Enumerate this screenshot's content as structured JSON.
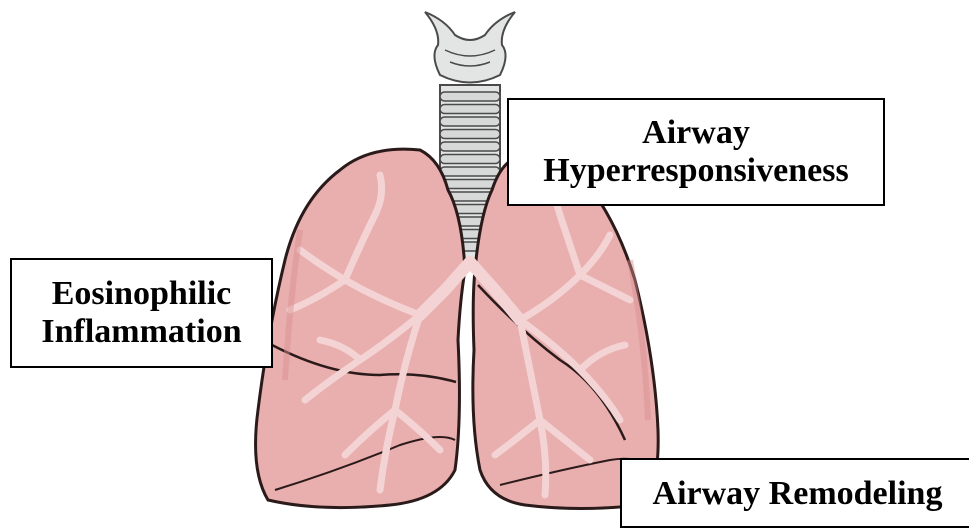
{
  "colors": {
    "lung_fill": "#e9aeae",
    "lung_shadow": "#d98f90",
    "lung_outline": "#2b1a1a",
    "bronchi": "#f4d3d4",
    "trachea_fill": "#e3e4e4",
    "trachea_outline": "#4a4a4a"
  },
  "illustration": {
    "icon": "lungs-icon"
  },
  "labels": {
    "airway_hyperresponsiveness": {
      "line1": "Airway",
      "line2": "Hyperresponsiveness"
    },
    "eosinophilic_inflammation": {
      "line1": "Eosinophilic",
      "line2": "Inflammation"
    },
    "airway_remodeling": {
      "line1": "Airway Remodeling"
    }
  }
}
